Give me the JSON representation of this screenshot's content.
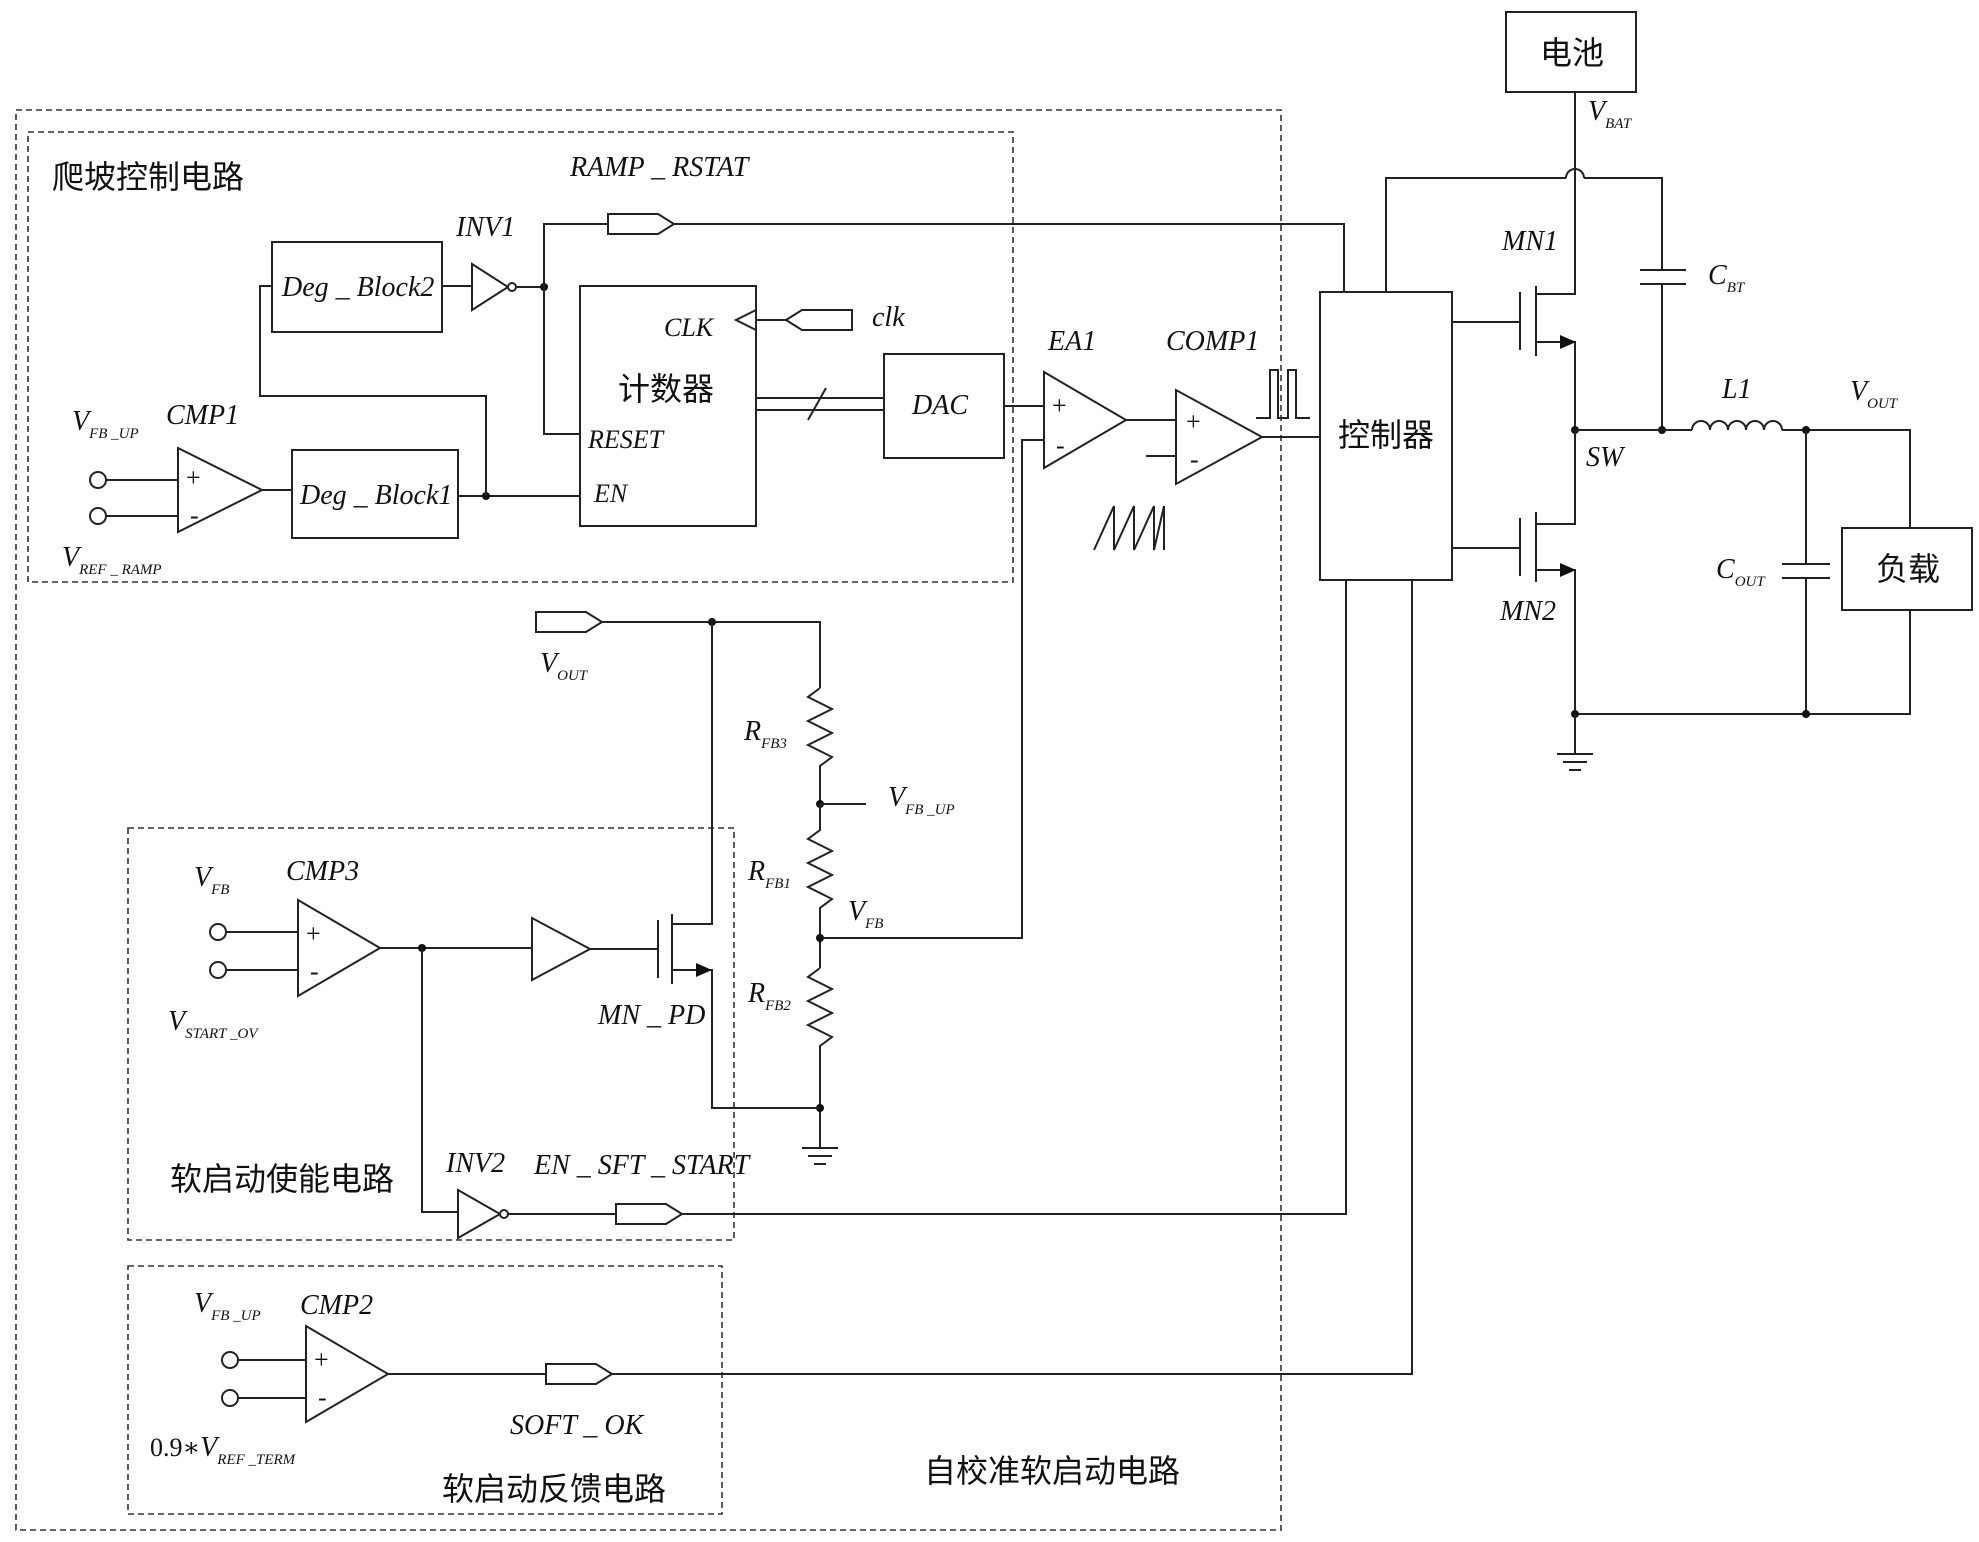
{
  "labels": {
    "outer_block": "自校准软启动电路",
    "ramp_block": "爬坡控制电路",
    "softstart_en_block": "软启动使能电路",
    "softstart_fb_block": "软启动反馈电路",
    "battery": "电池",
    "load": "负载",
    "controller": "控制器",
    "counter": "计数器",
    "dac": "DAC",
    "deg_block1": "Deg _ Block1",
    "deg_block2": "Deg _ Block2",
    "inv1": "INV1",
    "inv2": "INV2",
    "cmp1": "CMP1",
    "cmp2": "CMP2",
    "cmp3": "CMP3",
    "ea1": "EA1",
    "comp1": "COMP1",
    "clk_pin": "CLK",
    "clk_in": "clk",
    "reset_pin": "RESET",
    "en_pin": "EN",
    "ramp_rstat": "RAMP _ RSTAT",
    "en_sft_start": "EN _ SFT _ START",
    "soft_ok": "SOFT _ OK",
    "mn1": "MN1",
    "mn2": "MN2",
    "mn_pd": "MN _ PD",
    "sw": "SW",
    "l1": "L1",
    "plus": "+",
    "minus": "-",
    "v": "V",
    "cap": "C",
    "res": "R",
    "sub_bat": "BAT",
    "sub_out": "OUT",
    "sub_bt": "BT",
    "sub_fb_up": "FB _UP",
    "sub_ref_ramp": "REF _ RAMP",
    "sub_fb": "FB",
    "sub_start_ov": "START _OV",
    "sub_ref_term": "REF _TERM",
    "sub_fb1": "FB1",
    "sub_fb2": "FB2",
    "sub_fb3": "FB3",
    "prefix_09": "0.9∗"
  }
}
